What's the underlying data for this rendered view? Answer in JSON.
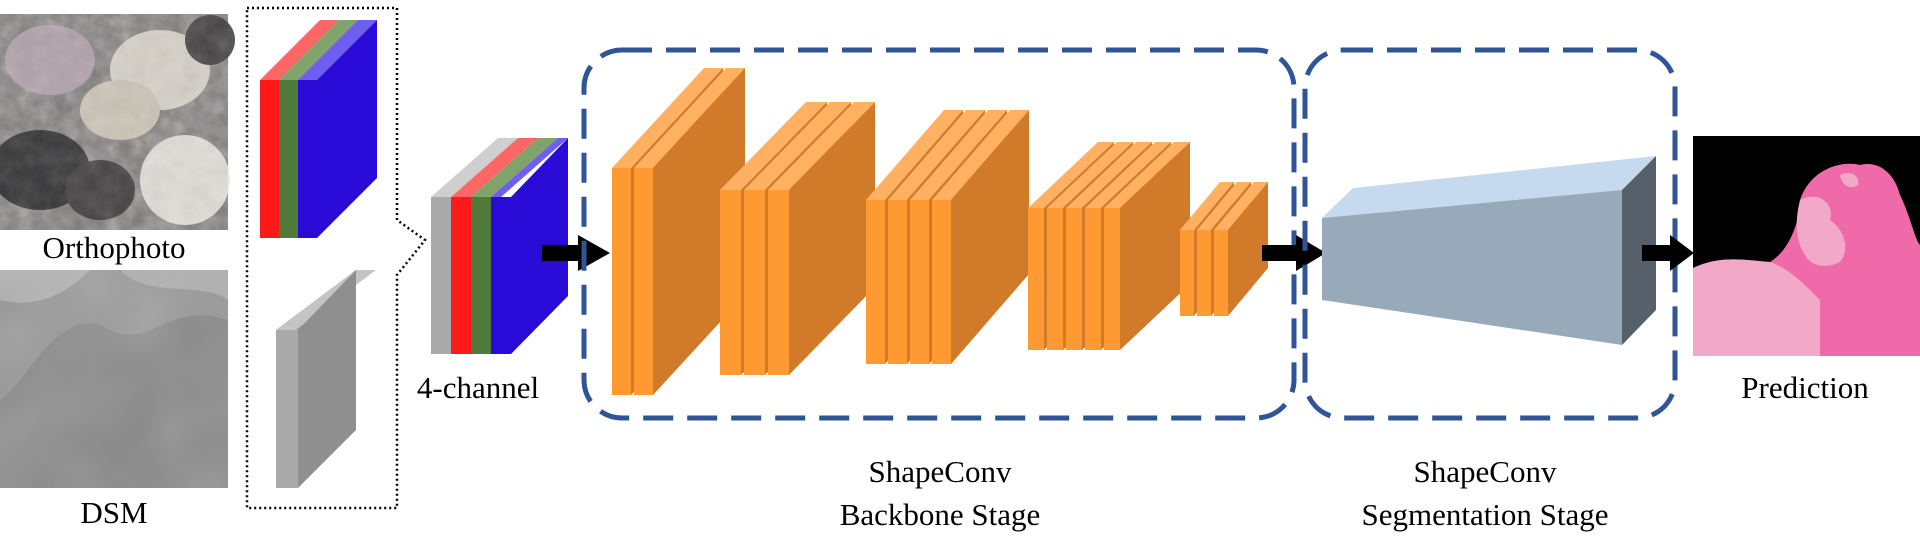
{
  "labels": {
    "orthophoto": "Orthophoto",
    "dsm": "DSM",
    "four_channel": "4-channel",
    "backbone_line1": "ShapeConv",
    "backbone_line2": "Backbone Stage",
    "segmentation_line1": "ShapeConv",
    "segmentation_line2": "Segmentation Stage",
    "prediction": "Prediction"
  },
  "colors": {
    "red": "#ff1a1a",
    "green": "#4f7a3a",
    "blue": "#2a0ad6",
    "gray": "#a9a9a9",
    "orange_front": "#ff9a33",
    "orange_side": "#d07a2a",
    "orange_top": "#ffb060",
    "dash_border": "#2f5597",
    "seg_front": "#98aab9",
    "seg_top": "#c5daee",
    "seg_side": "#56606a",
    "pred_bg": "#000000",
    "pred_pink": "#f06aa9",
    "pred_light_pink": "#f2a9c8"
  },
  "icons": {
    "orthophoto": "orthophoto-image",
    "dsm": "dsm-image",
    "prediction": "prediction-mask-image",
    "arrow": "right-arrow-icon"
  }
}
